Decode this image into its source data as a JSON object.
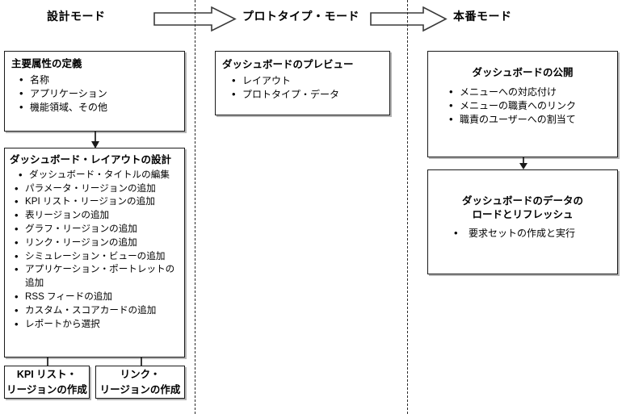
{
  "phases": [
    {
      "id": "design",
      "label": "設計モード"
    },
    {
      "id": "prototype",
      "label": "プロトタイプ・モード"
    },
    {
      "id": "production",
      "label": "本番モード"
    }
  ],
  "arrows": {
    "design_to_prototype": "right-block-arrow",
    "prototype_to_production": "right-block-arrow"
  },
  "boxes": {
    "key_attributes": {
      "title": "主要属性の定義",
      "bullets": [
        "名称",
        "アプリケーション",
        "機能領域、その他"
      ]
    },
    "layout_design": {
      "title": "ダッシュボード・レイアウトの設計",
      "bullets": [
        "ダッシュボード・タイトルの編集",
        "パラメータ・リージョンの追加",
        "KPI リスト・リージョンの追加",
        "表リージョンの追加",
        "グラフ・リージョンの追加",
        "リンク・リージョンの追加",
        "シミュレーション・ビューの追加",
        "アプリケーション・ポートレットの",
        "追加",
        "RSS フィードの追加",
        "カスタム・スコアカードの追加",
        "レポートから選択"
      ]
    },
    "kpi_region": {
      "line1": "KPI リスト・",
      "line2": "リージョンの作成"
    },
    "link_region": {
      "line1": "リンク・",
      "line2": "リージョンの作成"
    },
    "preview": {
      "title": "ダッシュボードのプレビュー",
      "bullets": [
        "レイアウト",
        "プロトタイプ・データ"
      ]
    },
    "publish": {
      "title": "ダッシュボードの公開",
      "bullets": [
        "メニューへの対応付け",
        "メニューの職責へのリンク",
        "職責のユーザーへの割当て"
      ]
    },
    "load_refresh": {
      "title_line1": "ダッシュボードのデータの",
      "title_line2": "ロードとリフレッシュ",
      "bullets": [
        "要求セットの作成と実行"
      ]
    }
  },
  "colors": {
    "stroke": "#1a1a1a",
    "background": "#ffffff",
    "divider": "#2b2b2b",
    "shadow": "#787878"
  }
}
